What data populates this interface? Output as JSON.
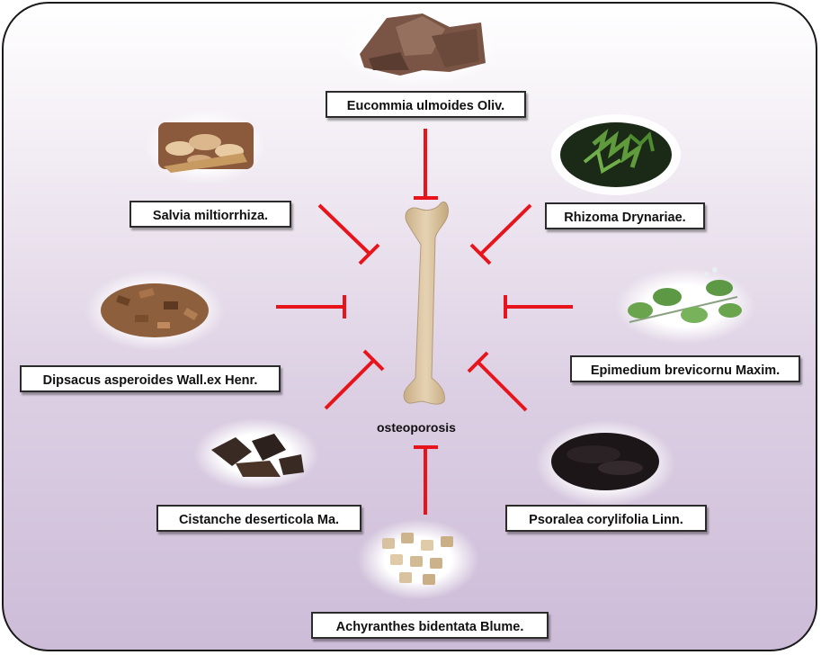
{
  "center": {
    "label": "osteoporosis"
  },
  "herbs": [
    {
      "id": "eucommia",
      "label": "Eucommia ulmoides Oliv."
    },
    {
      "id": "salvia",
      "label": "Salvia miltiorrhiza."
    },
    {
      "id": "drynaria",
      "label": "Rhizoma Drynariae."
    },
    {
      "id": "dipsacus",
      "label": "Dipsacus asperoides Wall.ex Henr."
    },
    {
      "id": "epimedium",
      "label": "Epimedium brevicornu Maxim."
    },
    {
      "id": "cistanche",
      "label": "Cistanche deserticola Ma."
    },
    {
      "id": "psoralea",
      "label": "Psoralea corylifolia Linn."
    },
    {
      "id": "achyranthes",
      "label": "Achyranthes bidentata Blume."
    }
  ],
  "colors": {
    "inhibition": "#e8141c",
    "bone": "#d9c3a1",
    "label_border": "#2b2b2b"
  }
}
